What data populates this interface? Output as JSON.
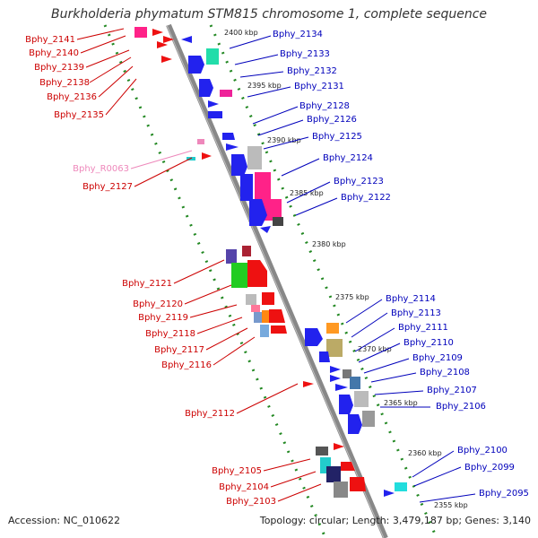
{
  "title": "Burkholderia phymatum STM815 chromosome 1, complete sequence",
  "footer": {
    "accession": "Accession: NC_010622",
    "topology": "Topology: circular; Length: 3,479,187 bp; Genes: 3,140"
  },
  "colors": {
    "left_labels": "#cc0000",
    "right_labels": "#0000bb",
    "rna_label": "#ee88bb",
    "backbone": "#888888",
    "tick_dots": "#228822"
  },
  "kbp_marks": [
    "2400 kbp",
    "2395 kbp",
    "2390 kbp",
    "2385 kbp",
    "2380 kbp",
    "2375 kbp",
    "2370 kbp",
    "2365 kbp",
    "2360 kbp",
    "2355 kbp"
  ],
  "left_genes": [
    "Bphy_2141",
    "Bphy_2140",
    "Bphy_2139",
    "Bphy_2138",
    "Bphy_2136",
    "Bphy_2135",
    "Bphy_R0063",
    "Bphy_2127",
    "Bphy_2121",
    "Bphy_2120",
    "Bphy_2119",
    "Bphy_2118",
    "Bphy_2117",
    "Bphy_2116",
    "Bphy_2112",
    "Bphy_2105",
    "Bphy_2104",
    "Bphy_2103"
  ],
  "right_genes": [
    "Bphy_2134",
    "Bphy_2133",
    "Bphy_2132",
    "Bphy_2131",
    "Bphy_2128",
    "Bphy_2126",
    "Bphy_2125",
    "Bphy_2124",
    "Bphy_2123",
    "Bphy_2122",
    "Bphy_2114",
    "Bphy_2113",
    "Bphy_2111",
    "Bphy_2110",
    "Bphy_2109",
    "Bphy_2108",
    "Bphy_2107",
    "Bphy_2106",
    "Bphy_2100",
    "Bphy_2099",
    "Bphy_2095"
  ]
}
